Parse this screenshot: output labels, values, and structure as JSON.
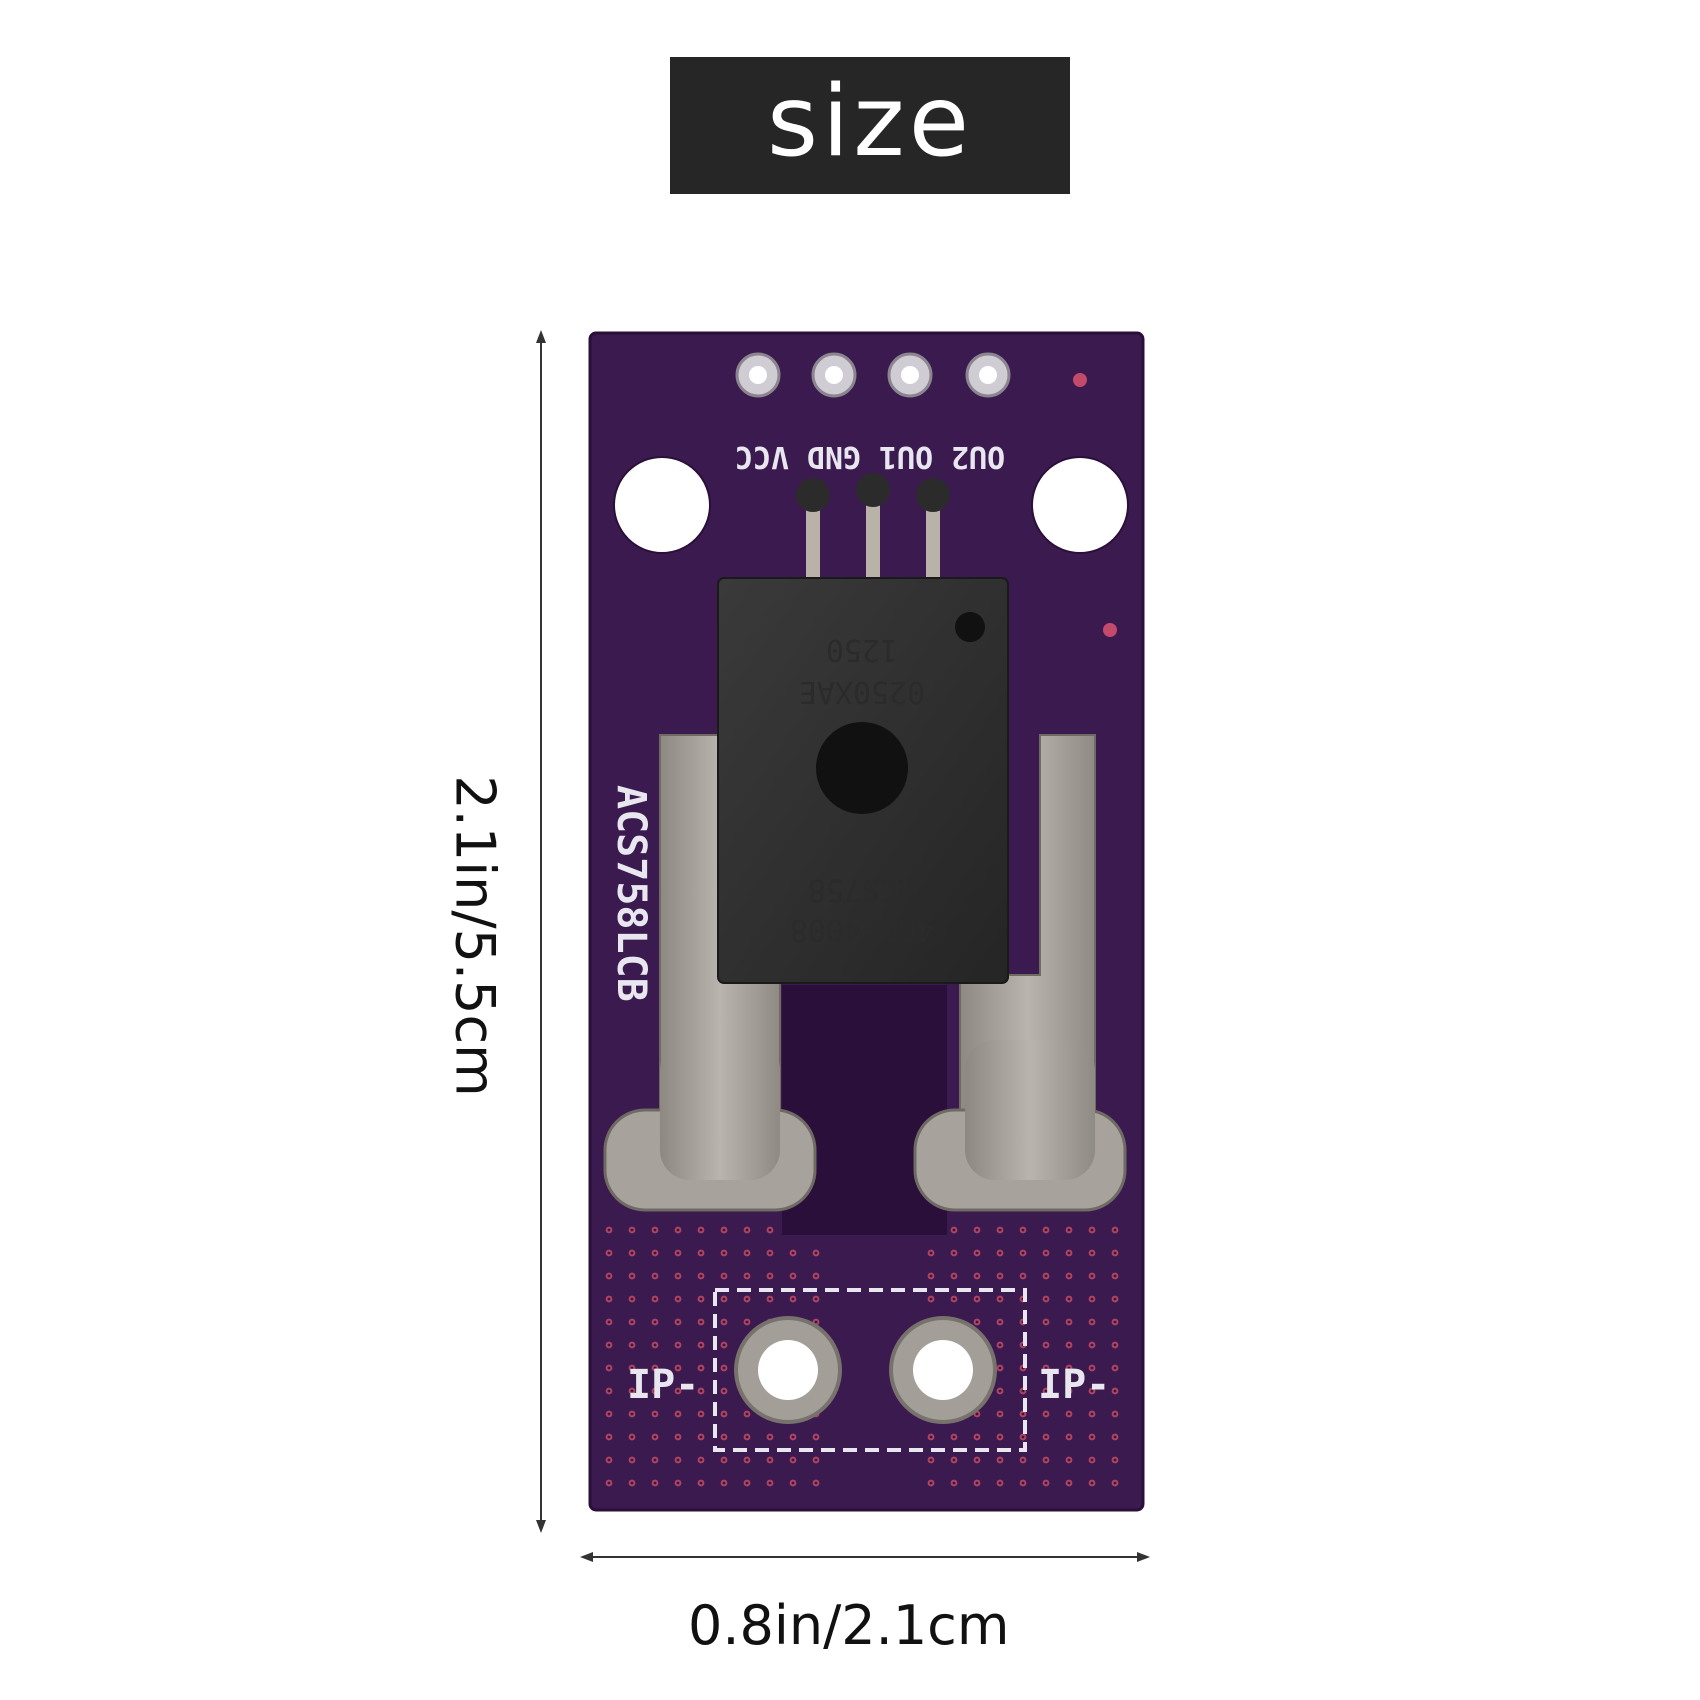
{
  "title": "size",
  "dimensions": {
    "height": "2.1in/5.5cm",
    "width": "0.8in/2.1cm"
  },
  "board": {
    "vertical_label": "ACS758LCB",
    "pin_labels": [
      "OU2",
      "OU1",
      "GND",
      "VCC"
    ],
    "terminal_left": "IP-",
    "terminal_right": "IP-",
    "chip_marking_lines": [
      "1250",
      "0250XAE",
      "ACS758",
      "4GB-4008"
    ]
  },
  "colors": {
    "pcb": "#3b1a4f",
    "title_bg": "#262626",
    "chip": "#2e2e2e",
    "metal": "#a7a29c"
  }
}
